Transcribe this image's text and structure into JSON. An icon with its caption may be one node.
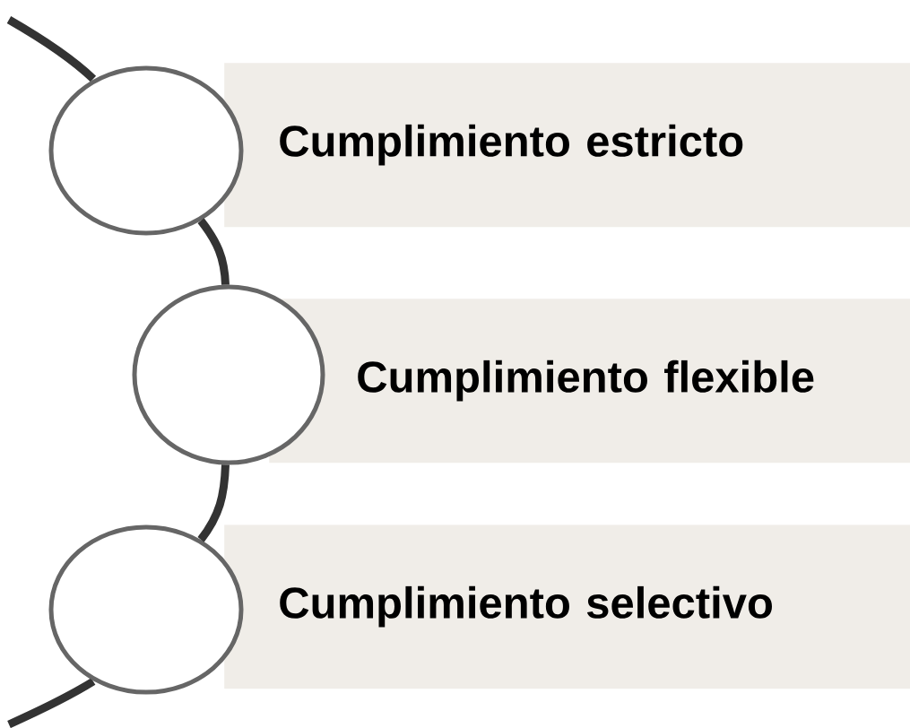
{
  "diagram": {
    "nodes": [
      {
        "text": [],
        "shape": "circle"
      },
      {
        "text": [
          "Cumplimiento estricto"
        ]
      },
      {
        "text": [],
        "shape": "circle"
      },
      {
        "text": [
          "Cumplimiento flexible"
        ]
      },
      {
        "text": [],
        "shape": "circle"
      },
      {
        "text": [
          "Cumplimiento selectivo"
        ]
      }
    ],
    "edges": [
      {
        "from": 0,
        "to": 2,
        "arrow": "none"
      },
      {
        "from": 2,
        "to": 4,
        "arrow": "none"
      }
    ]
  }
}
